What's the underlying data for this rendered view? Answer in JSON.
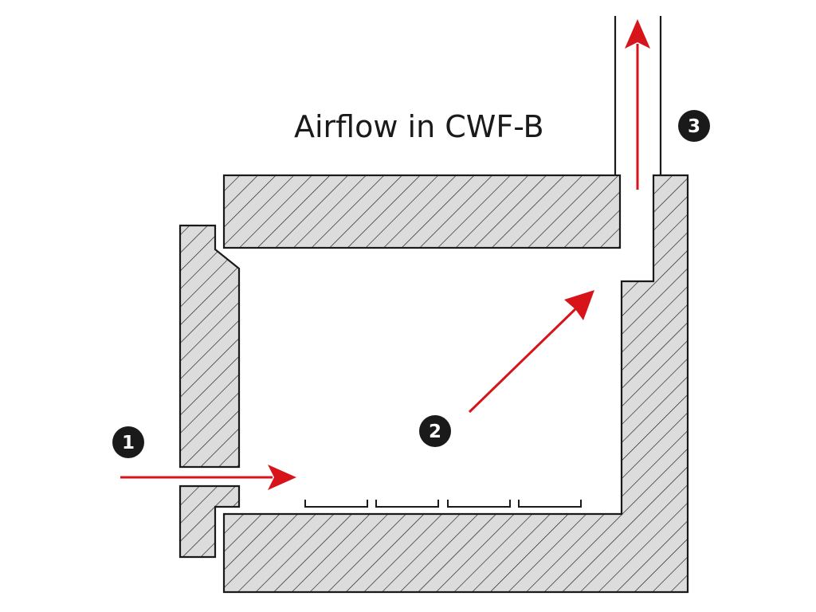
{
  "title": "Airflow in CWF-B",
  "markers": [
    {
      "id": "1",
      "label": "1"
    },
    {
      "id": "2",
      "label": "2"
    },
    {
      "id": "3",
      "label": "3"
    }
  ],
  "colors": {
    "arrow": "#d7141a",
    "wall_fill": "#dcdcdc",
    "outline": "#1a1a1a",
    "badge": "#1a1a1a"
  }
}
